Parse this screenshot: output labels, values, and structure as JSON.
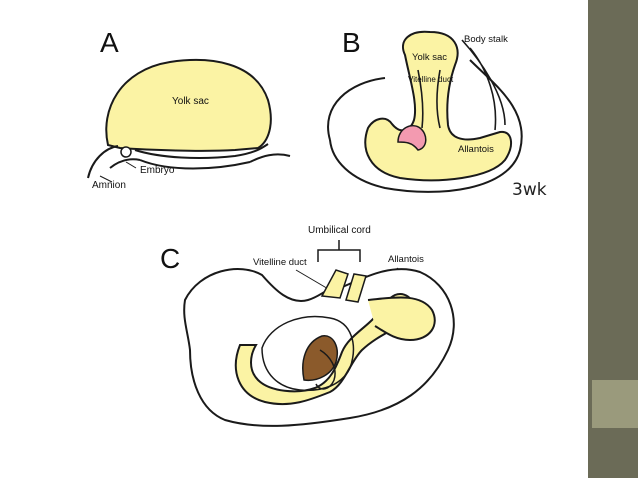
{
  "panels": {
    "a": {
      "letter": "A",
      "labels": {
        "yolk_sac": "Yolk sac",
        "embryo": "Embryo",
        "amnion": "Amnion"
      }
    },
    "b": {
      "letter": "B",
      "labels": {
        "yolk_sac": "Yolk sac",
        "body_stalk": "Body stalk",
        "vitelline_duct": "Vitelline duct",
        "allantois": "Allantois"
      },
      "stage": "3wk"
    },
    "c": {
      "letter": "C",
      "labels": {
        "umbilical_cord": "Umbilical cord",
        "vitelline_duct": "Vitelline duct",
        "allantois": "Allantois"
      }
    }
  },
  "colors": {
    "yolk": "#fbf3a4",
    "outline": "#1a1a1a",
    "heart": "#f39ab0",
    "liver": "#8b5a2b",
    "sidebar": "#6b6b57",
    "sidebar_accent": "#9a9a7c"
  }
}
